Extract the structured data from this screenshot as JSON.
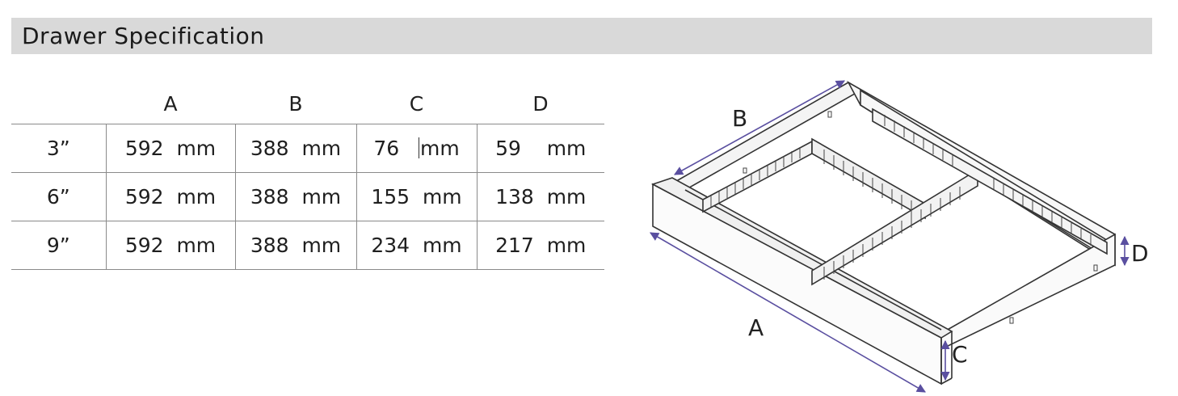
{
  "header": {
    "title": "Drawer Specification"
  },
  "table": {
    "columns": [
      "",
      "A",
      "B",
      "C",
      "D"
    ],
    "rows": [
      {
        "size": "3”",
        "a": "592  mm",
        "b": "388  mm",
        "c_num": "76   ",
        "c_unit": "mm",
        "d": "59    mm"
      },
      {
        "size": "6”",
        "a": "592  mm",
        "b": "388  mm",
        "c": "155  mm",
        "d": "138  mm"
      },
      {
        "size": "9”",
        "a": "592  mm",
        "b": "388  mm",
        "c": "234  mm",
        "d": "217  mm"
      }
    ]
  },
  "diagram": {
    "labels": {
      "a": "A",
      "b": "B",
      "c": "C",
      "d": "D"
    },
    "colors": {
      "dimension_arrow": "#5a4fa0",
      "outline": "#333333"
    }
  }
}
